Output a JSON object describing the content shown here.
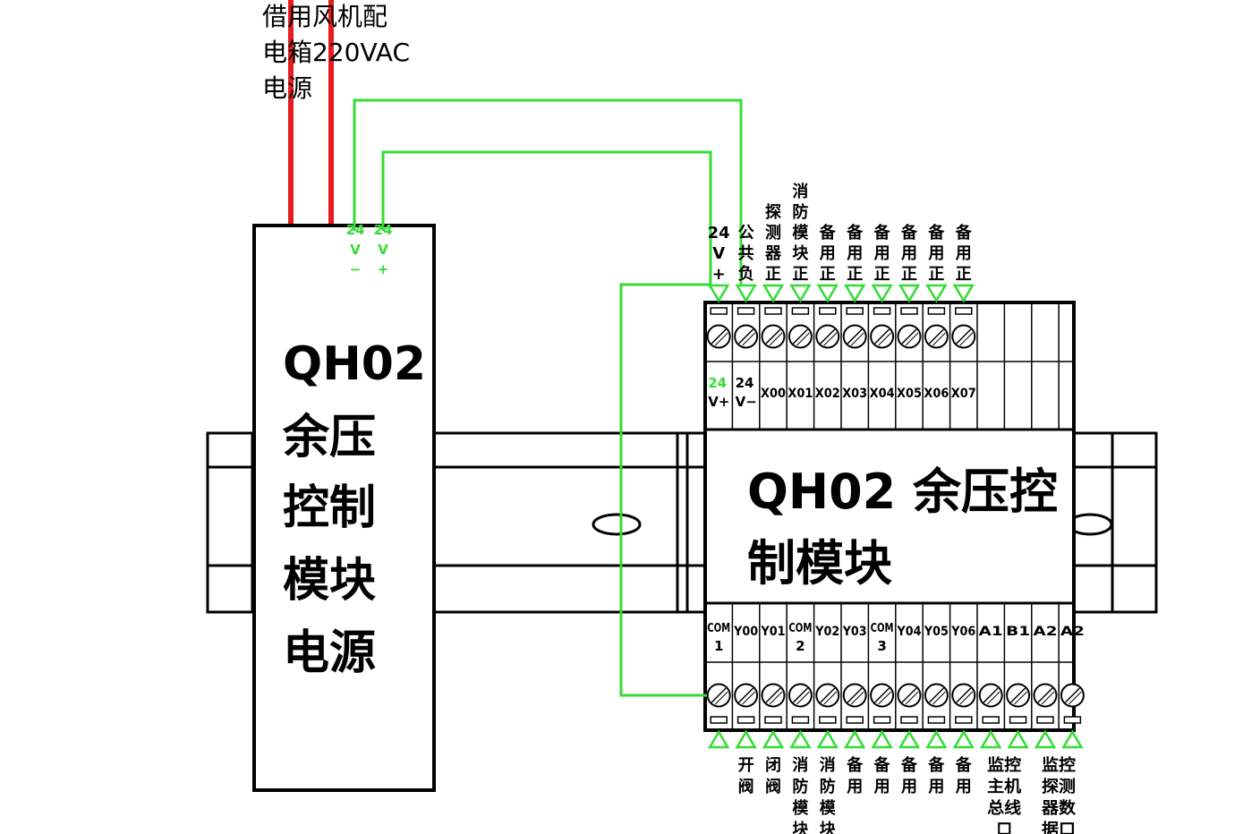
{
  "diagram": {
    "source_note": [
      "借用风机配",
      "电箱220VAC",
      "电源"
    ],
    "psu": {
      "title_lines": [
        "QH02",
        "余压",
        "控制",
        "模块",
        "电源"
      ],
      "terminals": [
        {
          "id": "psu-neg",
          "top": "24",
          "mid": "V",
          "bot": "−"
        },
        {
          "id": "psu-pos",
          "top": "24",
          "mid": "V",
          "bot": "+"
        }
      ]
    },
    "module": {
      "title_line1": "QH02 余压控",
      "title_line2": "制模块",
      "top_labels": [
        "24\nV\n+",
        "公\n共\n负",
        "探\n测\n器\n正",
        "消\n防\n模\n块\n正",
        "备\n用\n正",
        "备\n用\n正",
        "备\n用\n正",
        "备\n用\n正",
        "备\n用\n正",
        "备\n用\n正"
      ],
      "top_terminals": [
        {
          "line1": "24",
          "line2": "V+"
        },
        {
          "line1": "24",
          "line2": "V−"
        },
        {
          "line1": "X00"
        },
        {
          "line1": "X01"
        },
        {
          "line1": "X02"
        },
        {
          "line1": "X03"
        },
        {
          "line1": "X04"
        },
        {
          "line1": "X05"
        },
        {
          "line1": "X06"
        },
        {
          "line1": "X07"
        }
      ],
      "bottom_terminals": [
        {
          "line1": "COM",
          "line2": "1"
        },
        {
          "line1": "Y00"
        },
        {
          "line1": "Y01"
        },
        {
          "line1": "COM",
          "line2": "2"
        },
        {
          "line1": "Y02"
        },
        {
          "line1": "Y03"
        },
        {
          "line1": "COM",
          "line2": "3"
        },
        {
          "line1": "Y04"
        },
        {
          "line1": "Y05"
        },
        {
          "line1": "Y06"
        },
        {
          "line1": "A1"
        },
        {
          "line1": "B1"
        },
        {
          "line1": "A2"
        },
        {
          "line1": "A2"
        }
      ],
      "bottom_labels": [
        "",
        "开\n阀",
        "闭\n阀",
        "消\n防\n模\n块",
        "消\n防\n模\n块",
        "备\n用",
        "备\n用",
        "备\n用",
        "备\n用",
        "备\n用",
        "监控\n主机\n总线\n口",
        "",
        "监控\n探测\n器数\n据口",
        ""
      ]
    },
    "colors": {
      "ac_wire": "#e81c1c",
      "dc_wire": "#33dd33",
      "outline": "#000000",
      "watermark": "#2fb89a"
    }
  }
}
